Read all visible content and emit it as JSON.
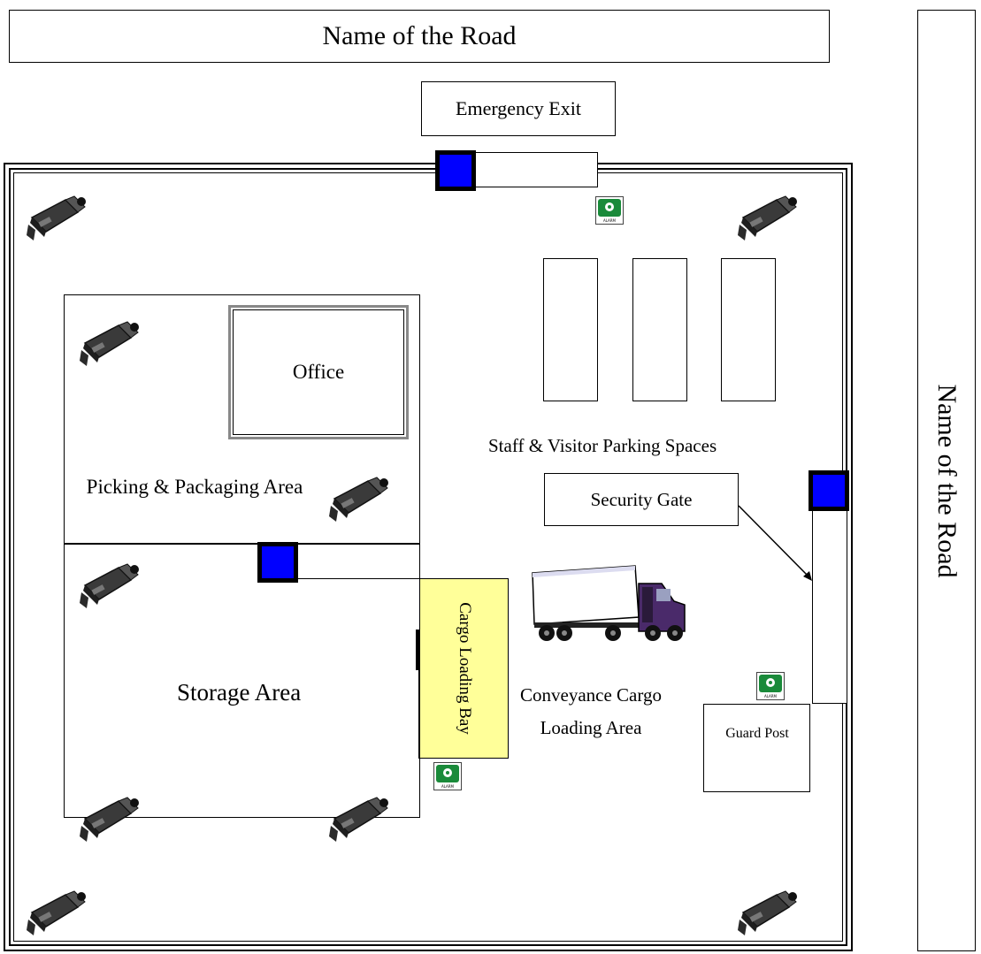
{
  "roads": {
    "top_label": "Name of the Road",
    "right_label": "Name of the Road"
  },
  "areas": {
    "emergency_exit": "Emergency Exit",
    "office": "Office",
    "picking_packaging": "Picking & Packaging Area",
    "storage": "Storage Area",
    "cargo_loading_bay": "Cargo Loading Bay",
    "parking": "Staff & Visitor Parking Spaces",
    "security_gate": "Security Gate",
    "conveyance": "Conveyance Cargo Loading Area",
    "guard_post": "Guard Post"
  },
  "alarm_label": "ALARM",
  "colors": {
    "gate_marker": "#0000ff",
    "loading_bay_fill": "#ffff99",
    "alarm_green": "#1a8a3a",
    "camera": "#3a3a3a"
  },
  "icons": [
    "camera-icon",
    "alarm-icon",
    "truck-icon",
    "arrow-icon"
  ]
}
